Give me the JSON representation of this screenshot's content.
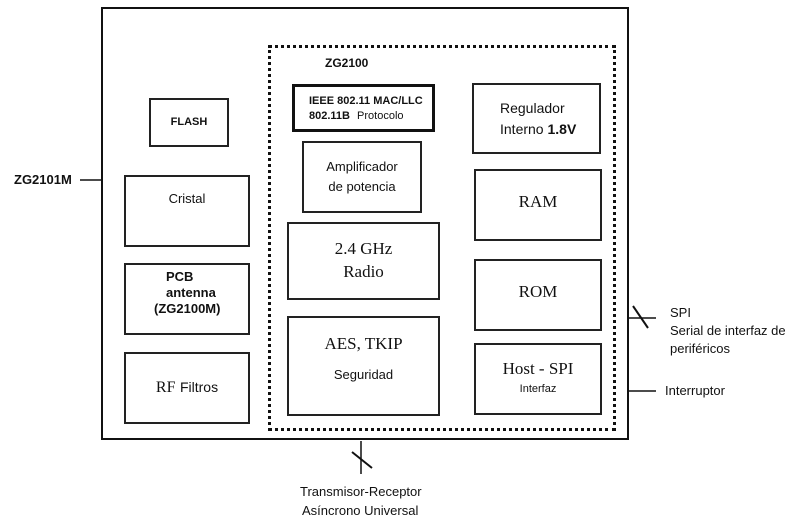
{
  "labels": {
    "zg2101m": "ZG2101M",
    "zg2100": "ZG2100",
    "flash": "FLASH",
    "mac_line1": "IEEE 802.11 MAC/LLC",
    "mac_line2_a": "802.11B",
    "mac_line2_b": "Protocolo",
    "regulator_line1": "Regulador",
    "regulator_line2_a": "Interno",
    "regulator_line2_b": "1.8V",
    "amp_line1": "Amplificador",
    "amp_line2": "de potencia",
    "crystal": "Cristal",
    "ram": "RAM",
    "radio_line1": "2.4 GHz",
    "radio_line2": "Radio",
    "pcb_line1": "PCB",
    "pcb_line2": "antenna",
    "pcb_line3": "(ZG2100M)",
    "rom": "ROM",
    "aes_line1": "AES, TKIP",
    "aes_line2": "Seguridad",
    "rf_a": "RF",
    "rf_b": "Filtros",
    "host_line1": "Host - SPI",
    "host_line2": "Interfaz",
    "spi_line1": "SPI",
    "spi_line2": "Serial de interfaz de",
    "spi_line3": "periféricos",
    "interrupt": "Interruptor",
    "uart_line1": "Transmisor-Receptor",
    "uart_line2": "Asíncrono Universal"
  }
}
